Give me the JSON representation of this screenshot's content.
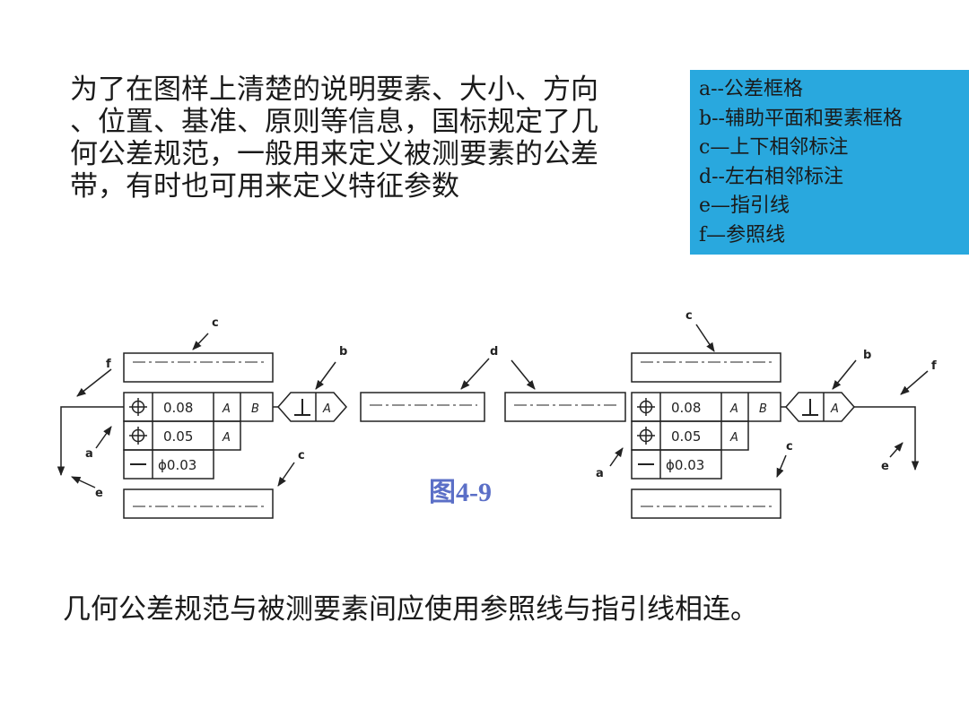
{
  "intro": {
    "lines": [
      "为了在图样上清楚的说明要素、大小、方向",
      "、位置、基准、原则等信息，国标规定了几",
      "何公差规范，一般用来定义被测要素的公差",
      "带，有时也可用来定义特征参数"
    ]
  },
  "legend": {
    "items": [
      "a--公差框格",
      "b--辅助平面和要素框格",
      "c—上下相邻标注",
      "d--左右相邻标注",
      "e—指引线",
      "f—参照线"
    ]
  },
  "diagram": {
    "labels": {
      "a": "a",
      "b": "b",
      "c": "c",
      "d": "d",
      "e": "e",
      "f": "f"
    },
    "frame": {
      "row1_value": "0.08",
      "row2_value": "0.05",
      "row3_value": "ϕ0.03",
      "datum_a": "A",
      "datum_b": "B"
    },
    "figure_title": "图4-9"
  },
  "outro": {
    "text": "几何公差规范与被测要素间应使用参照线与指引线相连。"
  }
}
